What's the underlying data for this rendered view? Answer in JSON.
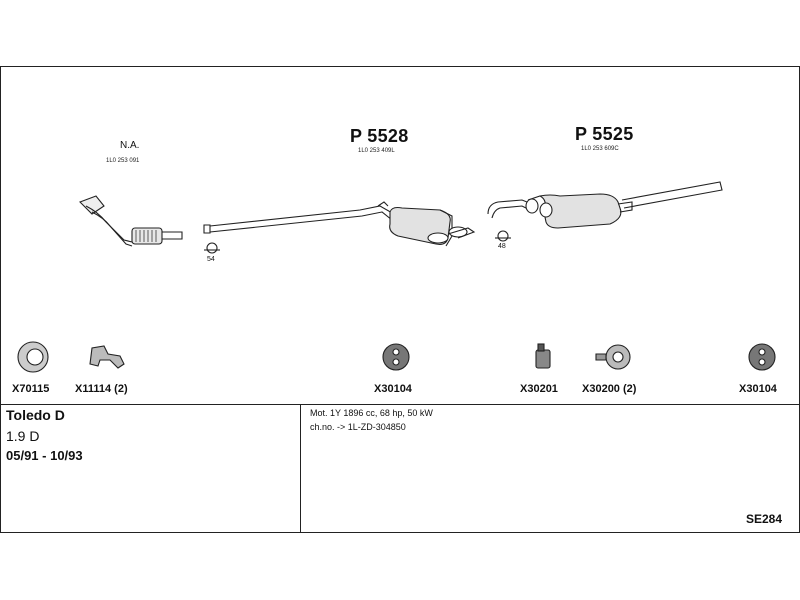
{
  "components": {
    "front_pipe": {
      "label": "N.A.",
      "oe_number": "1L0 253 091"
    },
    "middle_silencer": {
      "part_number": "P 5528",
      "oe_number": "1L0 253 409L"
    },
    "rear_silencer": {
      "part_number": "P 5525",
      "oe_number": "1L0 253 609C"
    }
  },
  "clamps": [
    {
      "number": "54"
    },
    {
      "number": "48"
    }
  ],
  "mounting_parts": [
    {
      "code": "X70115"
    },
    {
      "code": "X11114 (2)"
    },
    {
      "code": "X30104"
    },
    {
      "code": "X30201"
    },
    {
      "code": "X30200 (2)"
    },
    {
      "code": "X30104"
    }
  ],
  "vehicle": {
    "model": "Toledo D",
    "engine": "1.9 D",
    "years": "05/91 - 10/93"
  },
  "specs": {
    "motor": "Mot. 1Y 1896 cc, 68 hp, 50 kW",
    "chassis": "ch.no. -> 1L-ZD-304850"
  },
  "system_code": "SE284",
  "colors": {
    "line": "#222222",
    "fill": "#e8e8e8",
    "background": "#ffffff"
  }
}
